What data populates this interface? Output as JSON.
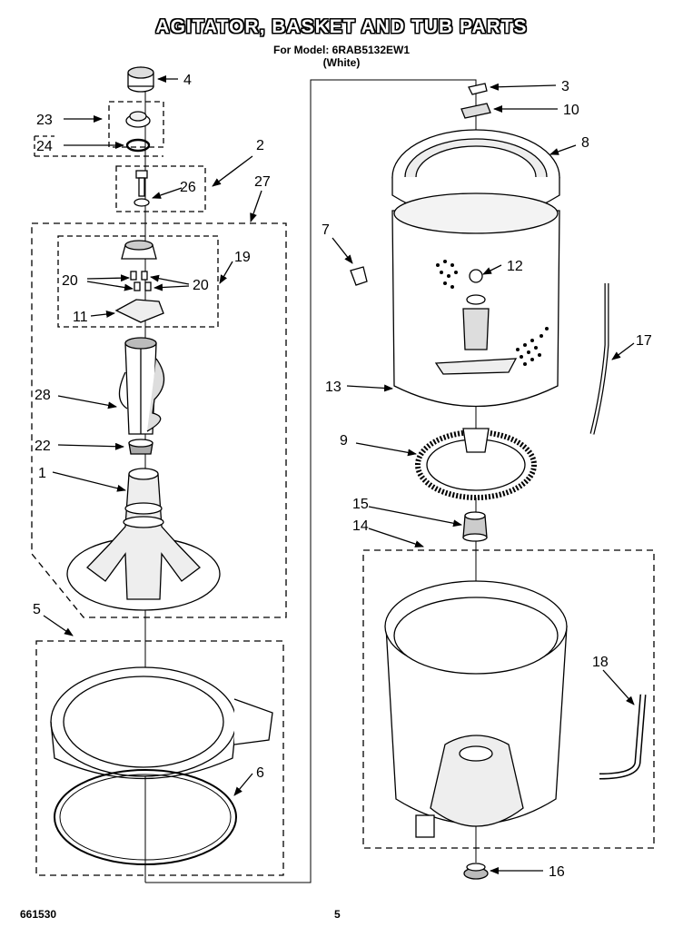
{
  "header": {
    "title": "AGITATOR, BASKET AND TUB PARTS",
    "model_line": "For Model: 6RAB5132EW1",
    "color_line": "(White)"
  },
  "footer": {
    "doc_number": "661530",
    "page_number": "5"
  },
  "callouts": [
    {
      "id": "c4",
      "text": "4"
    },
    {
      "id": "c23",
      "text": "23"
    },
    {
      "id": "c24",
      "text": "24"
    },
    {
      "id": "c2",
      "text": "2"
    },
    {
      "id": "c26",
      "text": "26"
    },
    {
      "id": "c27",
      "text": "27"
    },
    {
      "id": "c19",
      "text": "19"
    },
    {
      "id": "c20a",
      "text": "20"
    },
    {
      "id": "c20b",
      "text": "20"
    },
    {
      "id": "c11",
      "text": "11"
    },
    {
      "id": "c28",
      "text": "28"
    },
    {
      "id": "c22",
      "text": "22"
    },
    {
      "id": "c1",
      "text": "1"
    },
    {
      "id": "c5",
      "text": "5"
    },
    {
      "id": "c6",
      "text": "6"
    },
    {
      "id": "c3",
      "text": "3"
    },
    {
      "id": "c10",
      "text": "10"
    },
    {
      "id": "c8",
      "text": "8"
    },
    {
      "id": "c7",
      "text": "7"
    },
    {
      "id": "c12",
      "text": "12"
    },
    {
      "id": "c17",
      "text": "17"
    },
    {
      "id": "c13",
      "text": "13"
    },
    {
      "id": "c9",
      "text": "9"
    },
    {
      "id": "c15",
      "text": "15"
    },
    {
      "id": "c14",
      "text": "14"
    },
    {
      "id": "c18",
      "text": "18"
    },
    {
      "id": "c16",
      "text": "16"
    }
  ]
}
